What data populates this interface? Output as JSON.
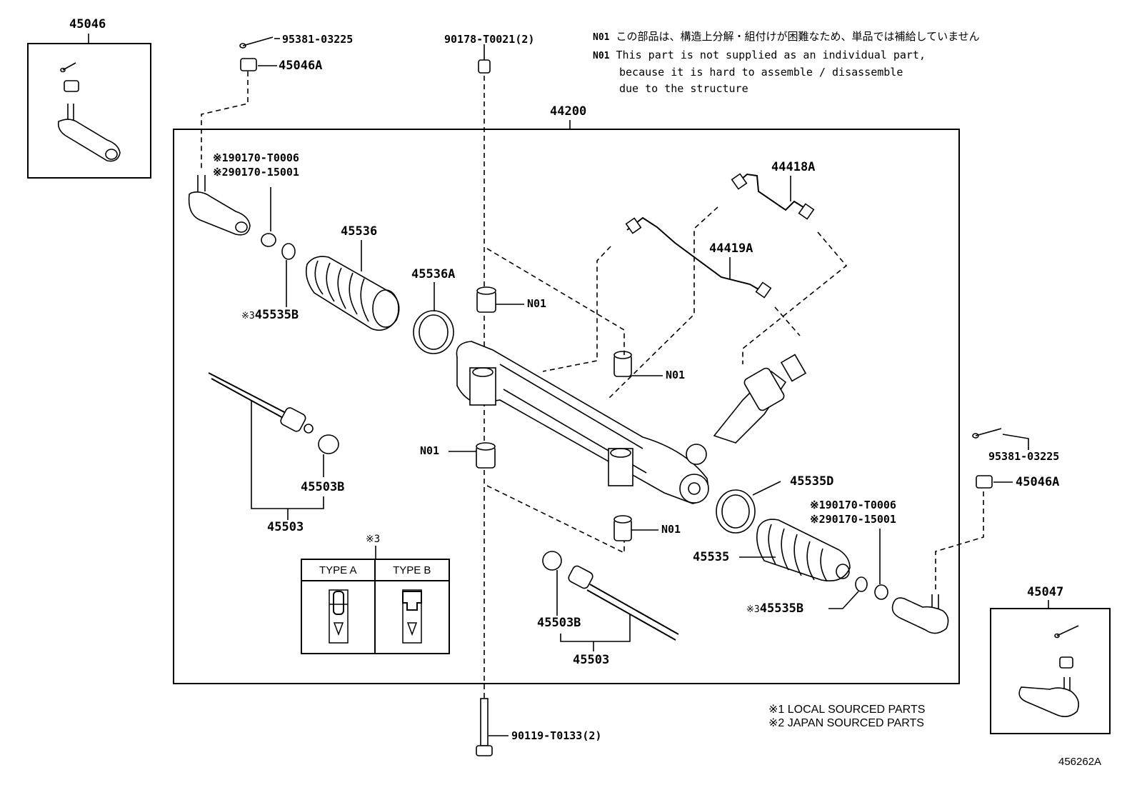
{
  "diagram": {
    "id_code": "456262A",
    "assembly": {
      "part_no": "44200"
    },
    "notes": {
      "n01_code": "N01",
      "n01_japanese": "この部品は、構造上分解・組付けが困難なため、単品では補給していません",
      "n01_english_lines": [
        "This part is not supplied as an individual part,",
        "because it is hard to assemble / disassemble",
        "due to the structure"
      ]
    },
    "footnotes": [
      "※1 LOCAL SOURCED PARTS",
      "※2 JAPAN SOURCED PARTS"
    ],
    "type_table": {
      "marker": "※3",
      "columns": [
        "TYPE A",
        "TYPE B"
      ]
    },
    "labels": {
      "p45046": "45046",
      "p45047": "45047",
      "p95381_left": "95381-03225",
      "p95381_right": "95381-03225",
      "p45046A_left": "45046A",
      "p45046A_right": "45046A",
      "p90178": "90178-T0021(2)",
      "p90119": "90119-T0133(2)",
      "p44418A": "44418A",
      "p44419A": "44419A",
      "p45536": "45536",
      "p45536A": "45536A",
      "p45535B_left": "45535B",
      "p45535B_right": "45535B",
      "mark3": "※3",
      "p45503B_left": "45503B",
      "p45503B_right": "45503B",
      "p45503_left": "45503",
      "p45503_right": "45503",
      "p45535D": "45535D",
      "p45535": "45535",
      "alt_left_1": "※190170-T0006",
      "alt_left_2": "※290170-15001",
      "alt_right_1": "※190170-T0006",
      "alt_right_2": "※290170-15001",
      "n01_a": "N01",
      "n01_b": "N01",
      "n01_c": "N01",
      "n01_d": "N01"
    }
  }
}
